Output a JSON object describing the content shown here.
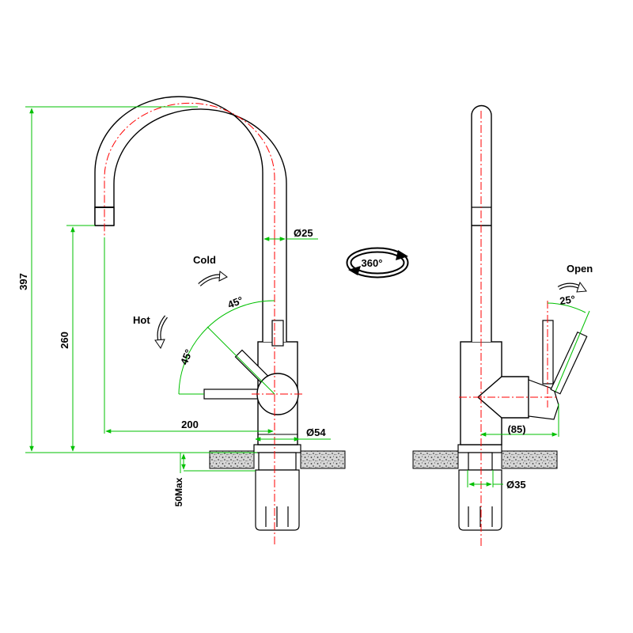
{
  "colors": {
    "outline": "#000000",
    "dimension": "#00c000",
    "centerline": "#ff0000",
    "granite": "#bdbdbd"
  },
  "front_view": {
    "dimensions": {
      "total_height": "397",
      "spout_height": "260",
      "spout_reach": "200",
      "body_diameter": "Ø25",
      "base_diameter": "Ø54",
      "deck_thickness": "50Max"
    },
    "handle": {
      "cold_label": "Cold",
      "hot_label": "Hot",
      "cold_angle": "45°",
      "hot_angle": "45°"
    }
  },
  "rotation": {
    "label": "360°"
  },
  "side_view": {
    "open_label": "Open",
    "open_angle": "25°",
    "handle_offset": "(85)",
    "shank_diameter": "Ø35"
  }
}
